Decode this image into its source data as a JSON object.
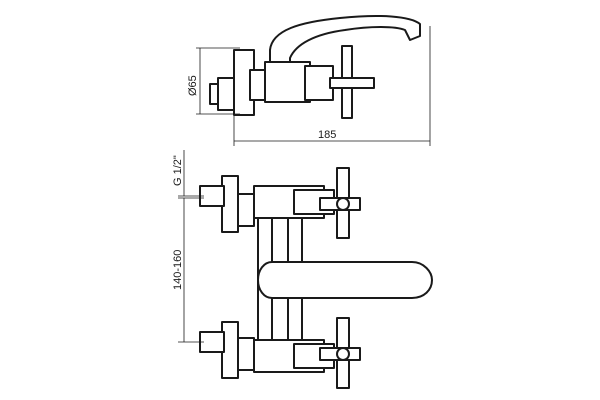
{
  "dimensions": {
    "diameter_label": "Ø65",
    "width_label": "185",
    "thread_label": "G 1/2\"",
    "spacing_label": "140-160"
  }
}
